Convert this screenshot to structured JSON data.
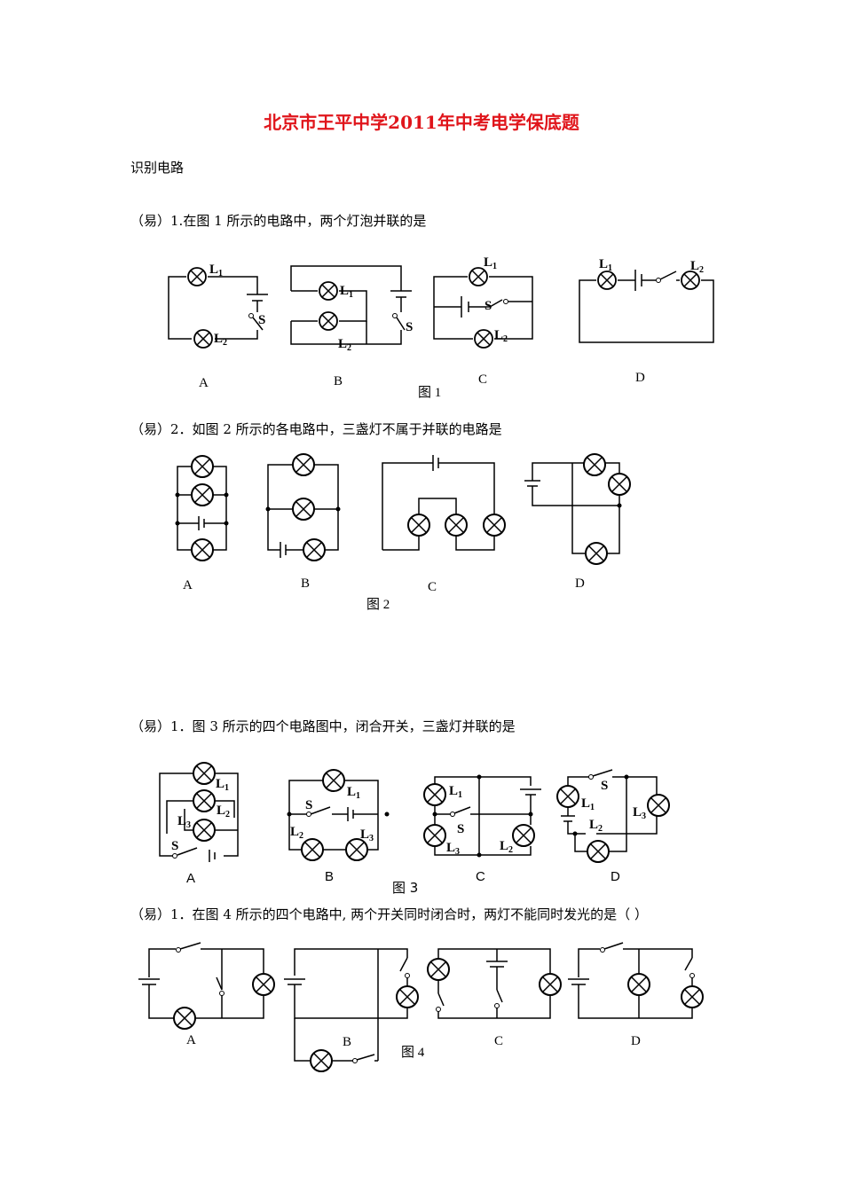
{
  "header": {
    "title": "北京市王平中学2011年中考电学保底题"
  },
  "section": {
    "heading": "识别电路"
  },
  "questions": [
    {
      "prefix": "（易）",
      "text": "1.在图 1 所示的电路中，两个灯泡并联的是",
      "figure_caption": "图 1",
      "options": [
        "A",
        "B",
        "C",
        "D"
      ]
    },
    {
      "prefix": "（易）",
      "text": "2．如图 2 所示的各电路中，三盏灯不属于并联的电路是",
      "figure_caption": "图 2",
      "options": [
        "A",
        "B",
        "C",
        "D"
      ]
    },
    {
      "prefix": "（易）",
      "text": "1．图 3 所示的四个电路图中，闭合开关，三盏灯并联的是",
      "figure_caption": "图 3",
      "options": [
        "A",
        "B",
        "C",
        "D"
      ]
    },
    {
      "prefix": "（易）",
      "text": "1．在图 4 所示的四个电路中, 两个开关同时闭合时，两灯不能同时发光的是（    ）",
      "figure_caption": "图 4",
      "options": [
        "A",
        "B",
        "C",
        "D"
      ]
    }
  ],
  "labels": {
    "L1": "L",
    "L2": "L",
    "L3": "L",
    "sub1": "1",
    "sub2": "2",
    "sub3": "3",
    "S": "S"
  },
  "colors": {
    "title": "#e0151b",
    "line": "#000000"
  }
}
